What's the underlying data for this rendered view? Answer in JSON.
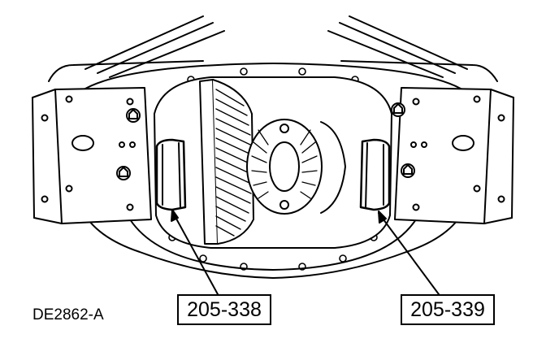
{
  "figure": {
    "id": "DE2862-A",
    "callouts": [
      {
        "label": "205-338"
      },
      {
        "label": "205-339"
      }
    ]
  },
  "colors": {
    "line": "#000000",
    "fill": "#ffffff"
  }
}
